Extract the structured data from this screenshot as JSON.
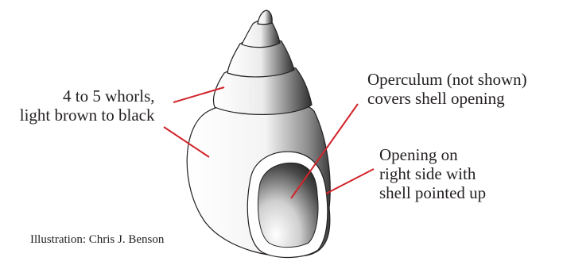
{
  "diagram": {
    "subject": "snail shell",
    "callouts": [
      {
        "id": "whorls",
        "lines": [
          "4 to 5 whorls,",
          "light brown to black"
        ]
      },
      {
        "id": "operculum",
        "lines": [
          "Operculum (not shown)",
          "covers shell opening"
        ]
      },
      {
        "id": "opening",
        "lines": [
          "Opening on",
          "right side with",
          "shell pointed up"
        ]
      }
    ],
    "credit": "Illustration: Chris J. Benson",
    "colors": {
      "leader_line": "#d2232a",
      "outline": "#231f20",
      "text": "#231f20"
    }
  }
}
